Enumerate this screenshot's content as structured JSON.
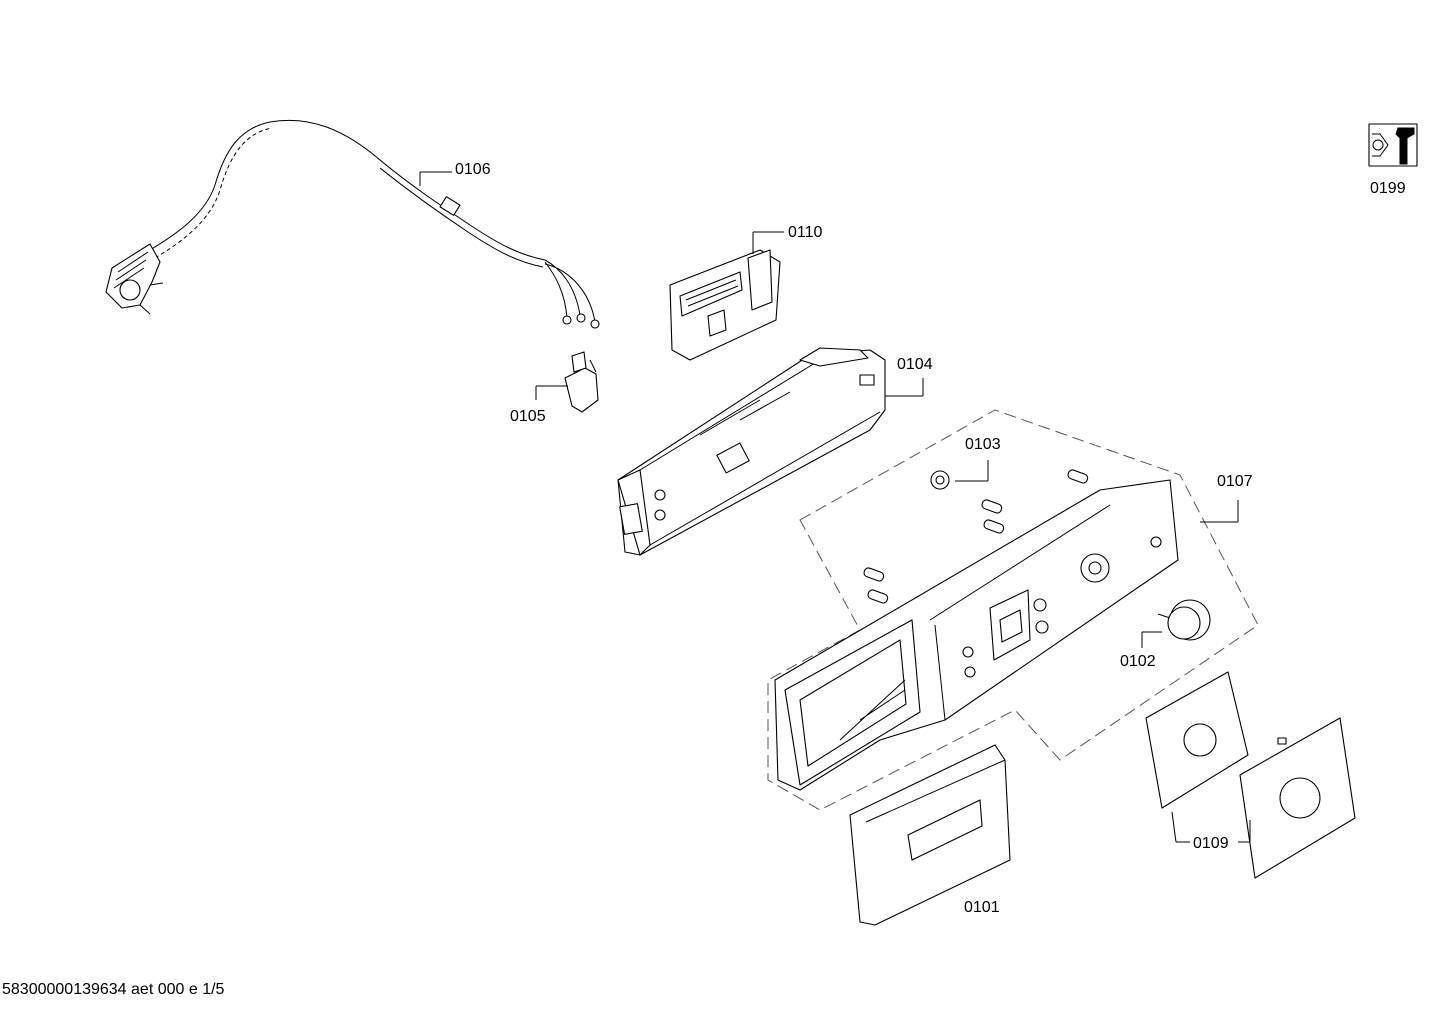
{
  "parts": [
    {
      "label": "0101",
      "name": "dispenser-drawer-handle"
    },
    {
      "label": "0102",
      "name": "program-knob"
    },
    {
      "label": "0103",
      "name": "knob-adapter"
    },
    {
      "label": "0104",
      "name": "control-module-housing"
    },
    {
      "label": "0105",
      "name": "interference-filter"
    },
    {
      "label": "0106",
      "name": "power-cord"
    },
    {
      "label": "0107",
      "name": "fascia-panel"
    },
    {
      "label": "0109",
      "name": "knob-cover-plate"
    },
    {
      "label": "0110",
      "name": "pcb-module"
    },
    {
      "label": "0199",
      "name": "service-tool-symbol"
    }
  ],
  "footer": "58300000139634 aet 000 e 1/5"
}
